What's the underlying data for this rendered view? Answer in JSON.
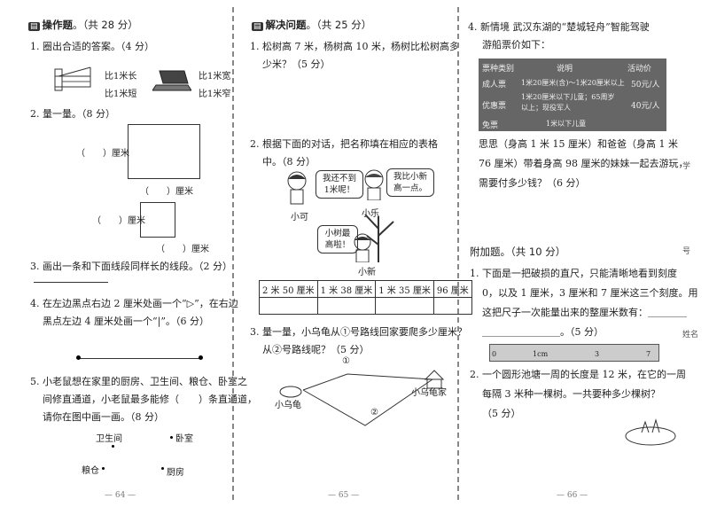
{
  "p64": {
    "s1_tag": "操作题",
    "s1_title": "。（共 28 分）",
    "q1": "1. 圈出合适的答案。（4 分）",
    "q1_bed_opt1": "比1米长",
    "q1_bed_opt2": "比1米短",
    "q1_laptop_opt1": "比1米宽",
    "q1_laptop_opt2": "比1米窄",
    "q2": "2. 量一量。（8 分）",
    "blank_cm": "（　　）厘米",
    "blank_cm_side": "（　　）厘米",
    "q3": "3. 画出一条和下面线段同样长的线段。（2 分）",
    "q4_l1": "4. 在左边黑点右边 2 厘米处画一个“▷”，在右边",
    "q4_l2": "黑点左边 4 厘米处画一个“|”。（6 分）",
    "q5_l1": "5. 小老鼠想在家里的厨房、卫生间、粮仓、卧室之",
    "q5_l2": "间修直通道，小老鼠最多能修（　　）条直通道，",
    "q5_l3": "请你在图中画一画。（8 分）",
    "room1": "卫生间",
    "room2": "卧室",
    "room3": "粮仓",
    "room4": "厨房",
    "page_no": "— 64 —"
  },
  "p65": {
    "s2_tag": "解决问题",
    "s2_title": "。（共 25 分）",
    "q1_l1": "1. 松树高 7 米，杨树高 10 米，杨树比松树高多",
    "q1_l2": "少米？（5 分）",
    "q2_l1": "2. 根据下面的对话，把名称填在相应的表格",
    "q2_l2": "中。（8 分）",
    "bubble_kk": "我还不到1米呢！",
    "bubble_xl": "我比小新高一点。",
    "bubble_xx": "小树最高啦！",
    "name_kk": "小可",
    "name_xl": "小乐",
    "name_xx": "小新",
    "table_head": [
      "2 米 50 厘米",
      "1 米 38 厘米",
      "1 米 35 厘米",
      "96 厘米"
    ],
    "q3_l1": "3. 量一量，小乌龟从①号路线回家要爬多少厘米？",
    "q3_l2": "从②号路线呢？（5 分）",
    "route1": "①",
    "route2": "②",
    "turtle": "小乌龟",
    "turtle_home": "小乌龟家",
    "page_no": "— 65 —"
  },
  "p66": {
    "q4_tag": "新情境",
    "q4_l1": "4. 新情境 武汉东湖的“楚城轻舟”智能驾驶",
    "q4_l2": "游船票价如下：",
    "ticket_head": [
      "票种类别",
      "说明",
      "活动价"
    ],
    "ticket_rows": [
      [
        "成人票",
        "1米20厘米(含)～1米20厘米以上",
        "50元/人"
      ],
      [
        "优惠票",
        "1米20厘米以下儿童；65周岁以上；现役军人",
        "40元/人"
      ],
      [
        "免票",
        "1米以下儿童",
        ""
      ]
    ],
    "q4_body": [
      "思思（身高 1 米 15 厘米）和爸爸（身高 1 米",
      "76 厘米）带着身高 98 厘米的妹妹一起去游玩，",
      "需要付多少钱？（6 分）"
    ],
    "extra_title": "附加题。（共 10 分）",
    "e1_lines": [
      "1. 下面是一把破损的直尺，只能清晰地看到刻度",
      "0，以及 1 厘米，3 厘米和 7 厘米这三个刻度。用",
      "这把尺子一次能量出来的整厘米数有：＿＿＿＿",
      "＿＿＿＿＿＿＿＿。（5 分）"
    ],
    "ruler_labels": [
      "0",
      "1cm",
      "3",
      "7"
    ],
    "e2_lines": [
      "2. 一个圆形池塘一周的长度是 12 米，在它的一周",
      "每隔 3 米种一棵树。一共要种多少棵树？",
      "（5 分）"
    ],
    "page_no": "— 66 —",
    "margin_chars": [
      "学",
      "号",
      "姓名"
    ]
  }
}
